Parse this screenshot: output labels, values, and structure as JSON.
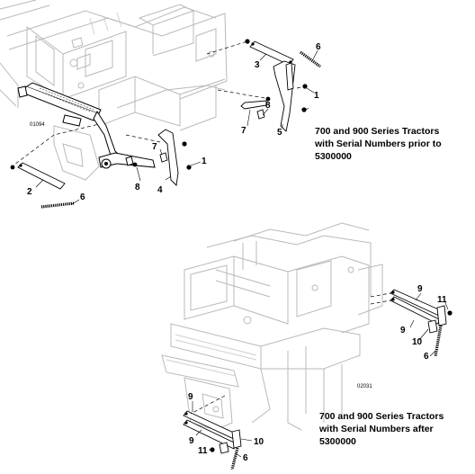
{
  "top": {
    "caption": [
      "700 and 900 Series Tractors",
      "with Serial Numbers prior to",
      "5300000"
    ],
    "code": "01094",
    "callouts": [
      "6",
      "3",
      "1",
      "8",
      "7",
      "5",
      "7",
      "1",
      "8",
      "2",
      "4",
      "6"
    ]
  },
  "bottom": {
    "caption": [
      "700 and 900 Series Tractors",
      "with Serial Numbers after",
      "5300000"
    ],
    "code": "02031",
    "callouts": [
      "9",
      "11",
      "9",
      "10",
      "6",
      "9",
      "10",
      "9",
      "11",
      "6"
    ]
  }
}
